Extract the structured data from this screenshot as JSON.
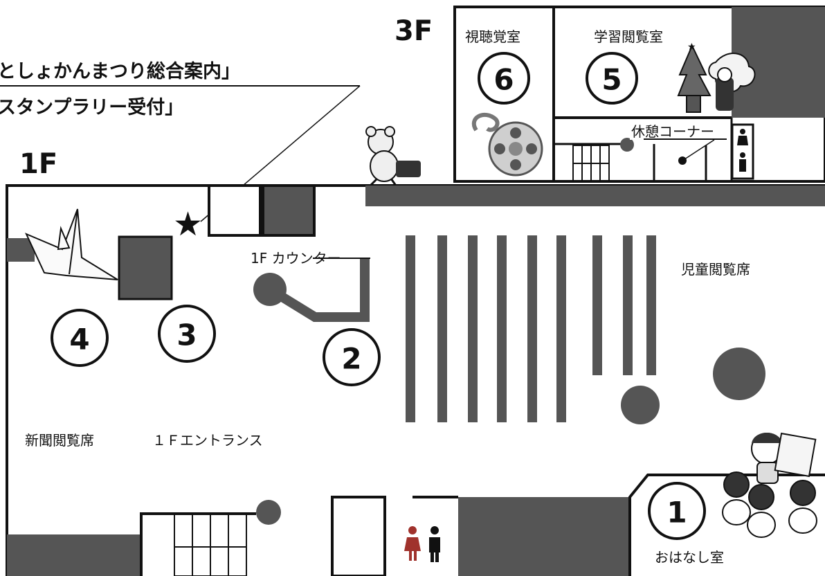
{
  "floors": {
    "f3": "3F",
    "f1": "1F"
  },
  "callout": {
    "line1": "としょかんまつり総合案内」",
    "line2": "スタンプラリー受付」",
    "marker": "★"
  },
  "rooms": {
    "av_room": "視聴覚室",
    "study_room": "学習閲覧室",
    "rest_corner": "休憩コーナー",
    "counter": "1F カウンター",
    "children_seats": "児童閲覧席",
    "newspaper_seats": "新聞閲覧席",
    "entrance": "１Ｆエントランス",
    "story_room": "おはなし室"
  },
  "numbers": [
    "1",
    "2",
    "3",
    "4",
    "5",
    "6"
  ],
  "icons": {
    "restroom_3f": "restroom-icon",
    "restroom_1f_female": "female-restroom-icon",
    "restroom_1f_male": "male-restroom-icon"
  },
  "colors": {
    "wall": "#555555",
    "female": "#a0322c",
    "stroke": "#111111"
  }
}
